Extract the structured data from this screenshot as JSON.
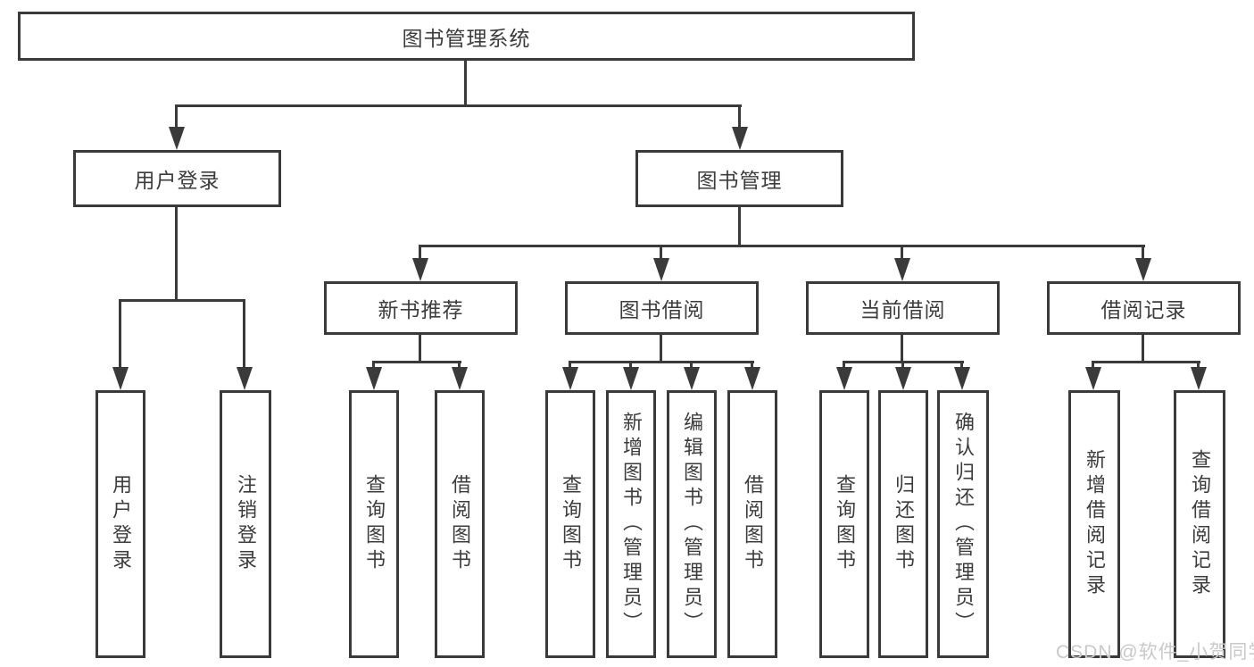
{
  "diagram": {
    "title": "图书管理系统",
    "level2": {
      "user_login": "用户登录",
      "book_mgmt": "图书管理"
    },
    "level3": {
      "new_book_rec": "新书推荐",
      "book_borrow": "图书借阅",
      "current_borrow": "当前借阅",
      "borrow_record": "借阅记录"
    },
    "leaves": {
      "user_login": [
        "用户登录",
        "注销登录"
      ],
      "new_book_rec": [
        "查询图书",
        "借阅图书"
      ],
      "book_borrow": [
        "查询图书",
        "新增图书（管理员）",
        "编辑图书（管理员）",
        "借阅图书"
      ],
      "current_borrow": [
        "查询图书",
        "归还图书",
        "确认归还（管理员）"
      ],
      "borrow_record": [
        "新增借阅记录",
        "查询借阅记录"
      ]
    }
  },
  "watermark": "CSDN @软件_小贺同学",
  "colors": {
    "line": "#3a3a3a",
    "text": "#3c3c3c",
    "watermark": "#c9c9c9",
    "background": "#ffffff"
  }
}
